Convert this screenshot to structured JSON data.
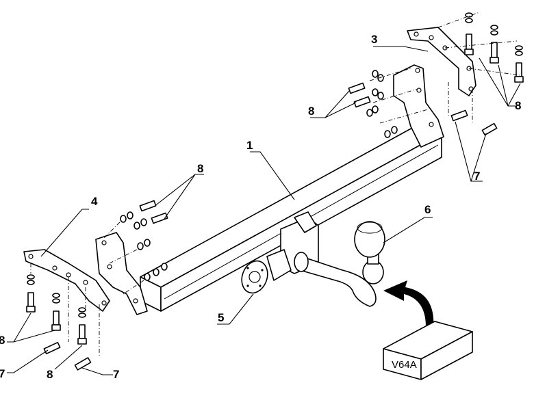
{
  "diagram": {
    "labels": {
      "main_bar": "1",
      "bracket_right": "3",
      "bracket_left": "4",
      "socket_plate": "5",
      "tow_ball": "6",
      "bolts_right": "7",
      "bolts_left": "7",
      "hardware_right": "8",
      "hardware_center": "8",
      "hardware_upper_left": "8",
      "hardware_lower_left_a": "8",
      "hardware_lower_left_b": "8"
    },
    "variant_box": "V64A"
  }
}
